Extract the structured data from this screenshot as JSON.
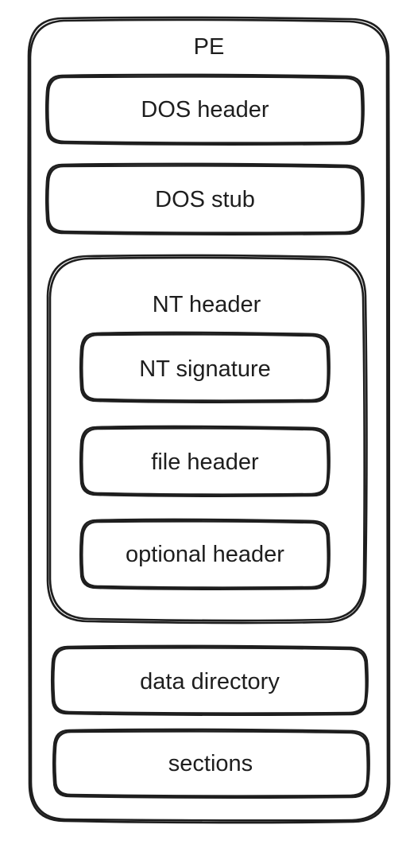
{
  "pe": {
    "title": "PE",
    "dos_header": "DOS header",
    "dos_stub": "DOS stub",
    "nt_header": {
      "title": "NT header",
      "nt_signature": "NT signature",
      "file_header": "file header",
      "optional_header": "optional header"
    },
    "data_directory": "data directory",
    "sections": "sections"
  }
}
